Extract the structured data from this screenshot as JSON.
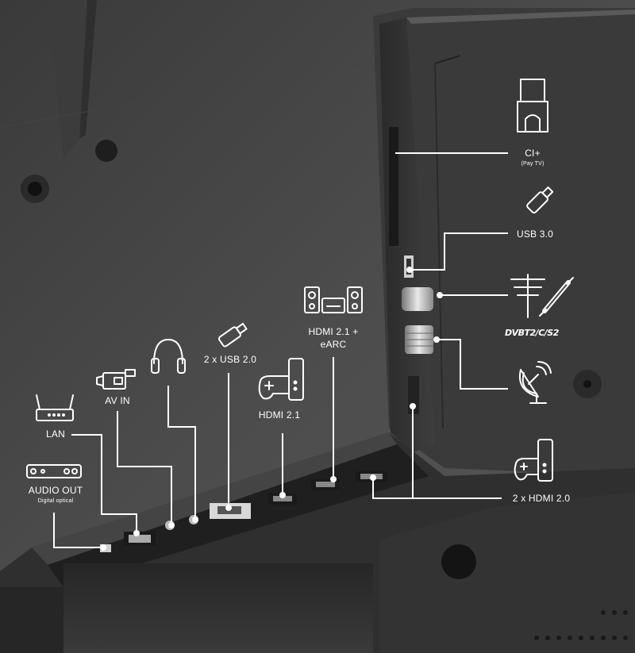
{
  "colors": {
    "background": "#4a4a4a",
    "panel_dark": "#2e2e2e",
    "panel_mid": "#3a3a3a",
    "accent_line": "#ffffff"
  },
  "ports": {
    "ci": {
      "label": "CI+",
      "sublabel": "(Pay TV)",
      "icon": "ci-card-icon"
    },
    "usb3": {
      "label": "USB 3.0",
      "icon": "usb-stick-icon"
    },
    "antenna": {
      "icon": "antenna-icon"
    },
    "dvb": {
      "label": "DVBT2/C/S2"
    },
    "satellite": {
      "icon": "satellite-dish-icon"
    },
    "hdmi20": {
      "label": "2 x HDMI 2.0",
      "icon": "game-controller-icon"
    },
    "hdmi_earc": {
      "label_line1": "HDMI 2.1 +",
      "label_line2": "eARC",
      "icon": "speakers-icon"
    },
    "usb2": {
      "label": "2 x USB 2.0",
      "icon": "usb-stick-icon"
    },
    "hdmi21": {
      "label": "HDMI 2.1",
      "icon": "game-controller-icon"
    },
    "headphones": {
      "icon": "headphones-icon"
    },
    "av": {
      "label": "AV IN",
      "icon": "camcorder-icon"
    },
    "lan": {
      "label": "LAN",
      "icon": "router-icon"
    },
    "audio": {
      "label": "AUDIO OUT",
      "sublabel": "Digital optical",
      "icon": "optical-out-icon"
    }
  }
}
